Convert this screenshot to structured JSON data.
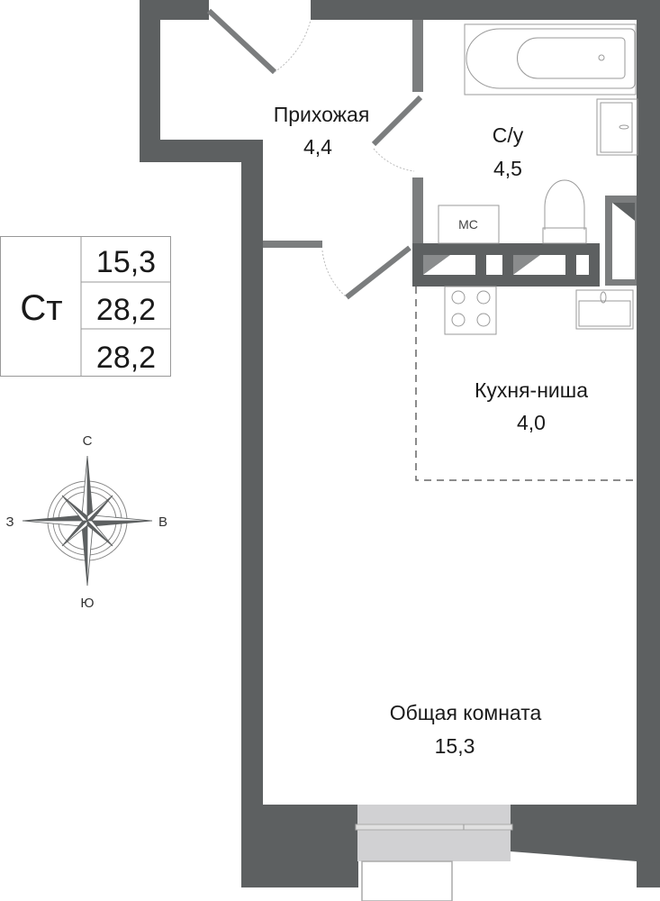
{
  "colors": {
    "wall": "#5d6061",
    "partition": "#7b7d7e",
    "window": "#d1d1d3",
    "fixture": "#9a9a9a"
  },
  "summary": {
    "type_label": "Ст",
    "values": [
      "15,3",
      "28,2",
      "28,2"
    ]
  },
  "rooms": [
    {
      "name": "Прихожая",
      "area": "4,4"
    },
    {
      "name": "С/у",
      "area": "4,5"
    },
    {
      "name": "Кухня-ниша",
      "area": "4,0"
    },
    {
      "name": "Общая комната",
      "area": "15,3"
    }
  ],
  "fixtures": {
    "washer_label": "МС"
  },
  "compass": {
    "north": "С",
    "south": "Ю",
    "west": "З",
    "east": "В"
  }
}
